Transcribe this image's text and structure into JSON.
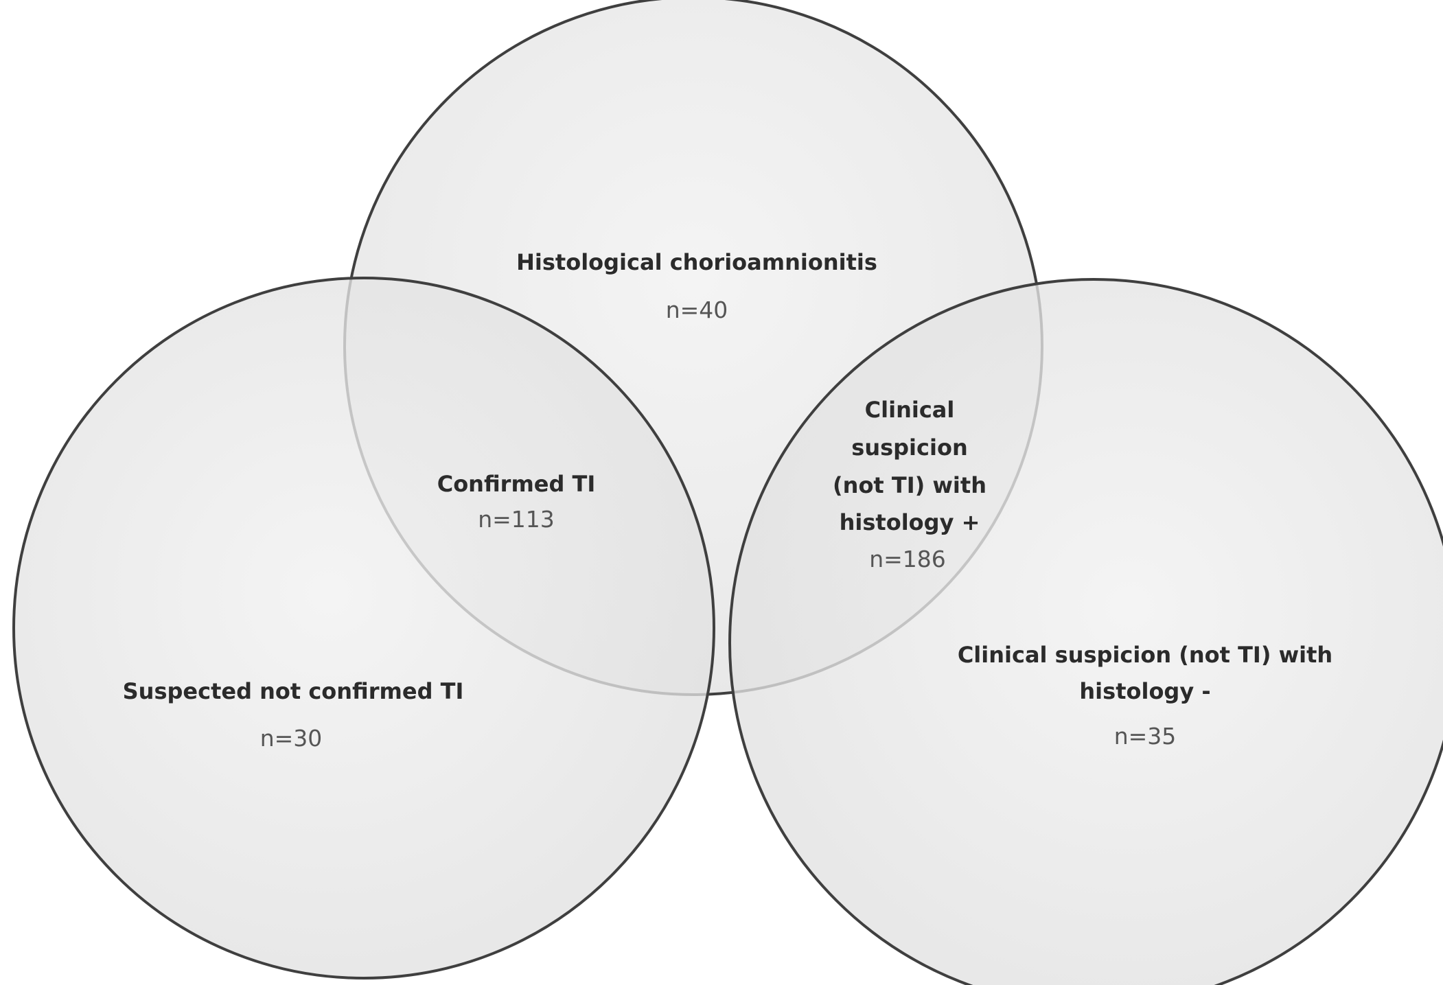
{
  "diagram": {
    "type": "venn",
    "sets": [
      {
        "id": "histology",
        "label": "Histological chorioamnionitis",
        "count": "n=40"
      },
      {
        "id": "suspected",
        "label": "Suspected not confirmed TI",
        "count": "n=30"
      },
      {
        "id": "clinical_neg",
        "label_lines": [
          "Clinical suspicion (not TI) with",
          "histology -"
        ],
        "count": "n=35"
      }
    ],
    "intersections": [
      {
        "id": "confirmed",
        "label": "Confirmed TI",
        "count": "n=113"
      },
      {
        "id": "clinical_pos",
        "label_lines": [
          "Clinical",
          "suspicion",
          "(not TI) with",
          "histology +"
        ],
        "count": "n=186"
      }
    ],
    "colors": {
      "circle_fill": "#e4e4e4",
      "circle_stroke": "#3f3f3f",
      "background": "#ffffff"
    }
  }
}
